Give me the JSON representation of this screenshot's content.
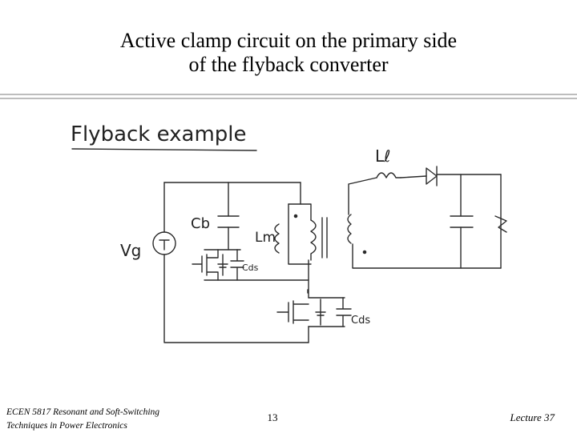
{
  "slide": {
    "title_line1": "Active clamp circuit on the primary side",
    "title_line2": "of the flyback converter"
  },
  "sketch": {
    "heading": "Flyback example",
    "labels": {
      "vg": "Vg",
      "cb": "Cb",
      "lm": "Lm",
      "lo": "Lℓ",
      "cds_top": "Cds",
      "cds_bottom": "Cds"
    }
  },
  "footer": {
    "course_line1": "ECEN 5817  Resonant and Soft-Switching",
    "course_line2": "Techniques in Power Electronics",
    "page_number": "13",
    "lecture": "Lecture 37"
  }
}
